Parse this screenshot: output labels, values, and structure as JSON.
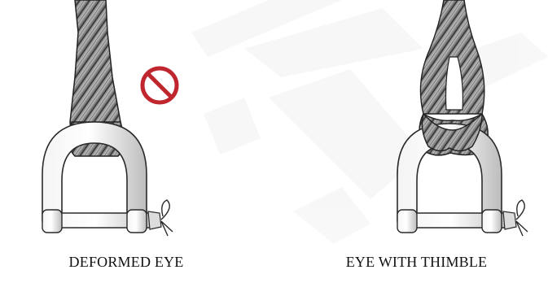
{
  "figure": {
    "panels": [
      {
        "caption": "DEFORMED EYE",
        "status": "incorrect",
        "status_icon": "prohibition-icon"
      },
      {
        "caption": "EYE WITH THIMBLE",
        "status": "correct"
      }
    ],
    "colors": {
      "prohibition_red": "#c0262d",
      "line": "#2a2a2a",
      "shade": "#9a9a9a"
    }
  }
}
